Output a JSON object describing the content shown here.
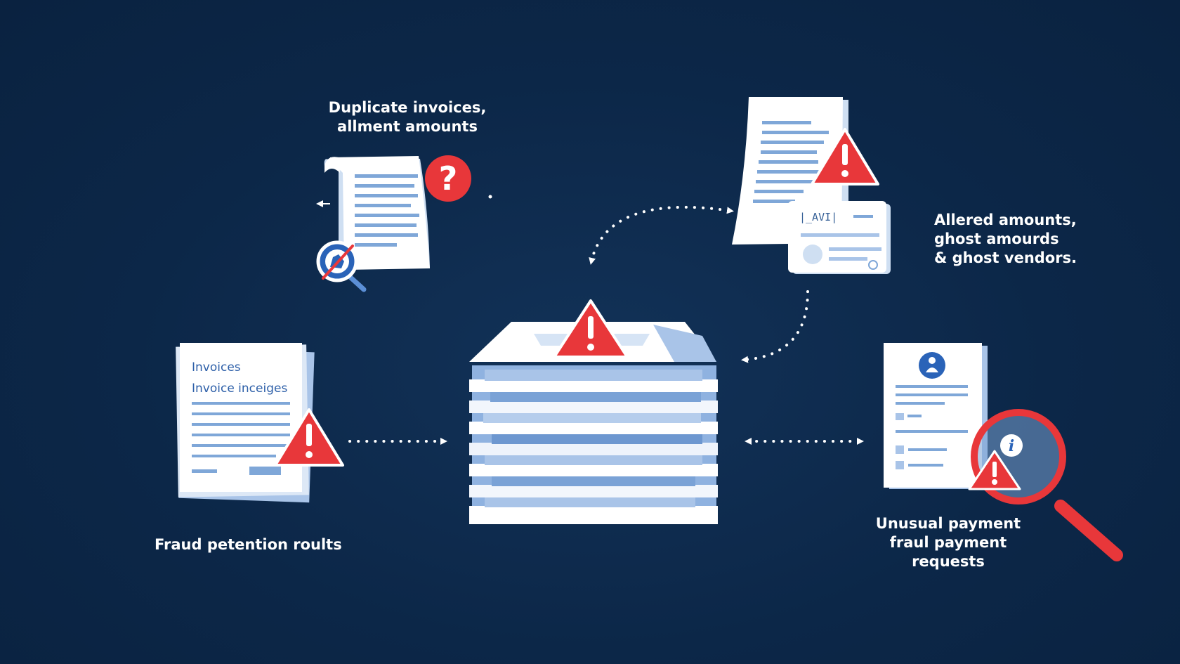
{
  "captions": {
    "duplicate": [
      "Duplicate invoices,",
      "allment amounts"
    ],
    "altered": [
      "Allered amounts,",
      "ghost amourds",
      "& ghost vendors."
    ],
    "fraud": [
      "Fraud petention roults"
    ],
    "unusual": [
      "Unusual payment",
      "fraul payment",
      "requests"
    ]
  },
  "invoice_doc": {
    "line1": "Invoices",
    "line2": "Invoice inceiges"
  },
  "vendor_card": {
    "code": "|_AVI|"
  },
  "icons": {
    "warning": "warning-triangle-icon",
    "question": "question-mark-icon",
    "magnifier": "magnifying-glass-icon",
    "user": "user-avatar-icon",
    "info": "info-icon"
  },
  "colors": {
    "background": "#0c2748",
    "alert": "#e8373a",
    "paper": "#ffffff",
    "paper_shade": "#d6e4f5",
    "line_blue": "#7fa7d8",
    "text": "#ffffff"
  }
}
